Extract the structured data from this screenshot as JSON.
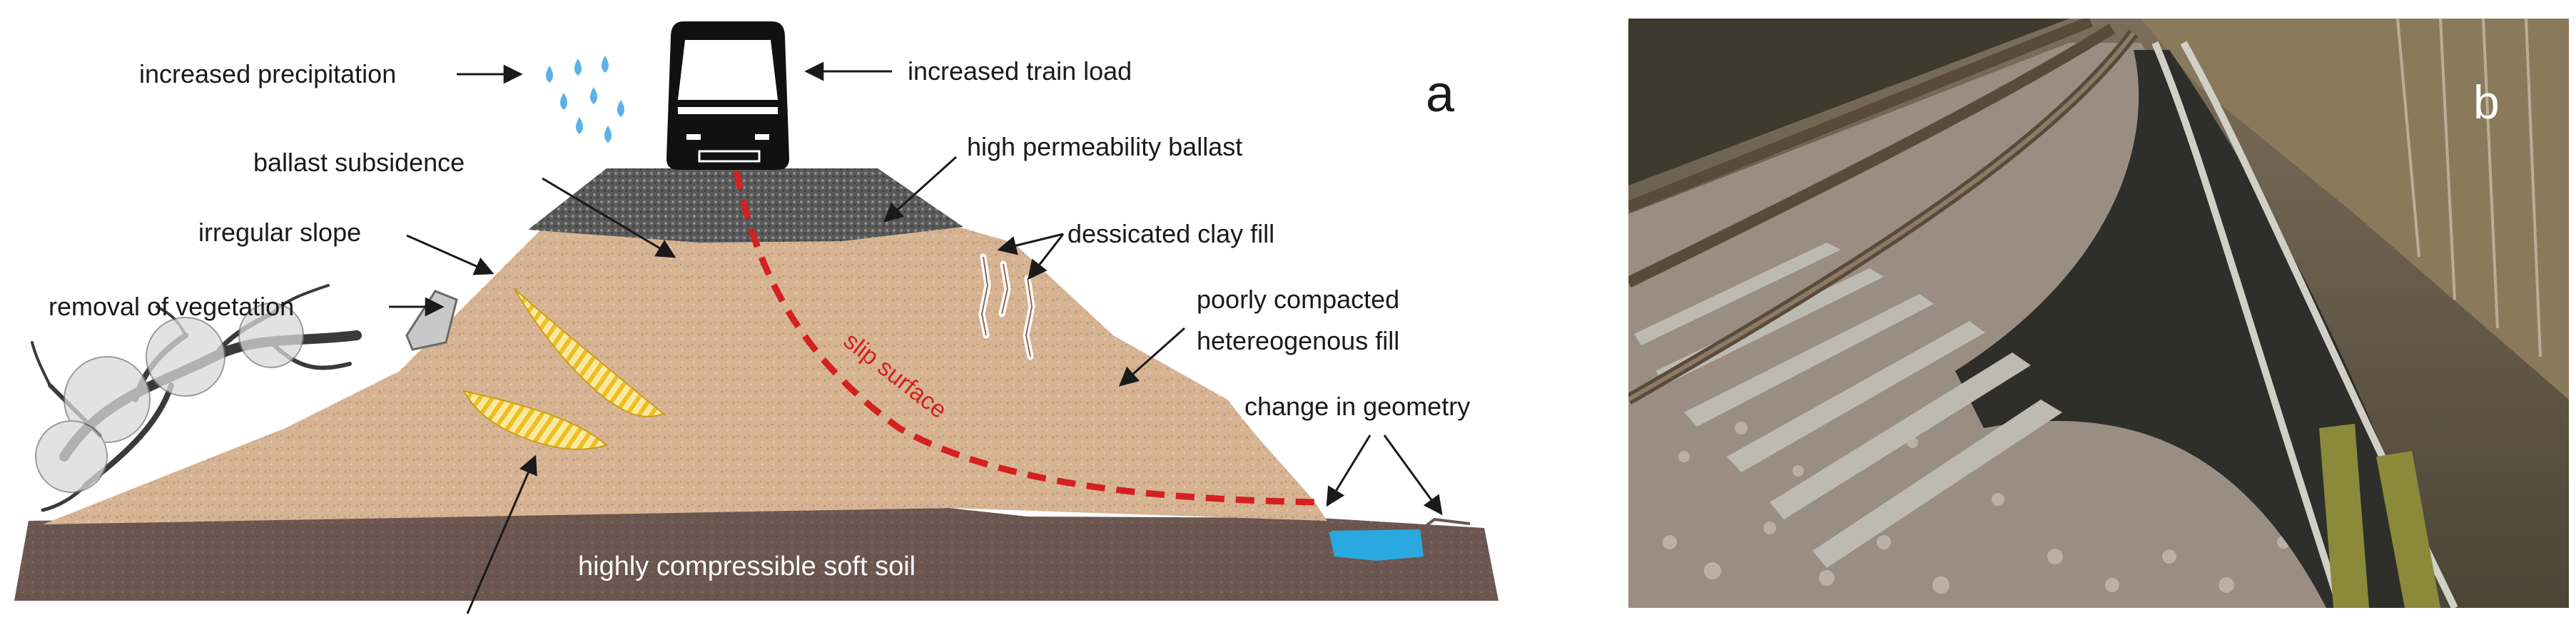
{
  "panel_a": {
    "letter": "a",
    "labels": {
      "increased_precipitation": "increased precipitation",
      "increased_train_load": "increased train load",
      "ballast_subsidence": "ballast subsidence",
      "high_permeability_ballast": "high permeability ballast",
      "irregular_slope": "irregular slope",
      "dessicated_clay_fill": "dessicated clay fill",
      "removal_of_vegetation": "removal of vegetation",
      "poorly_compacted_line1": "poorly compacted",
      "poorly_compacted_line2": "hetereogenous fill",
      "slip_surface": "slip surface",
      "change_in_geometry": "change in geometry",
      "soft_soil": "highly compressible soft soil"
    }
  },
  "panel_b": {
    "letter": "b"
  },
  "colors": {
    "embankment": "#d8b595",
    "soft_soil": "#6a564e",
    "ballast": "#555555",
    "slip_surface": "#d42020",
    "water": "#29a9e0",
    "hatch": "#f0c020"
  }
}
